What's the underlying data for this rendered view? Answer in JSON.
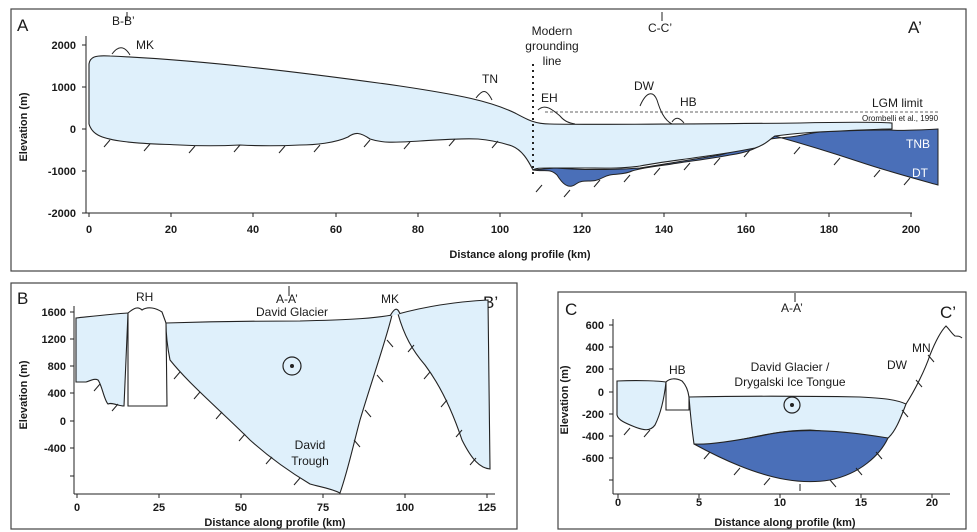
{
  "panel_a": {
    "letter": "A",
    "end_label": "A’",
    "section_marker": "B-B’",
    "section_marker_2": "C-C’",
    "ylabel": "Elevation (m)",
    "xlabel": "Distance along profile (km)",
    "yticks": [
      "2000",
      "1000",
      "0",
      "-1000",
      "-2000"
    ],
    "xticks": [
      "0",
      "20",
      "40",
      "60",
      "80",
      "100",
      "120",
      "140",
      "160",
      "180",
      "200"
    ],
    "labels": {
      "mk": "MK",
      "tn": "TN",
      "eh": "EH",
      "dw": "DW",
      "hb": "HB",
      "modern_1": "Modern",
      "modern_2": "grounding",
      "modern_3": "line",
      "lgm": "LGM limit",
      "orombelli": "Orombelli et al., 1990",
      "tnb": "TNB",
      "dt": "DT"
    }
  },
  "panel_b": {
    "letter": "B",
    "end_label": "B’",
    "section_marker": "A-A’",
    "ylabel": "Elevation (m)",
    "xlabel": "Distance along profile (km)",
    "yticks": [
      "1600",
      "1200",
      "800",
      "400",
      "0",
      "-400"
    ],
    "xticks": [
      "0",
      "25",
      "50",
      "75",
      "100",
      "125"
    ],
    "labels": {
      "rh": "RH",
      "mk": "MK",
      "glacier": "David Glacier",
      "trough_1": "David",
      "trough_2": "Trough"
    }
  },
  "panel_c": {
    "letter": "C",
    "end_label": "C’",
    "section_marker": "A-A’",
    "ylabel": "Elevation (m)",
    "xlabel": "Distance along profile (km)",
    "yticks": [
      "600",
      "400",
      "200",
      "0",
      "-200",
      "-400",
      "-600"
    ],
    "xticks": [
      "0",
      "5",
      "10",
      "15",
      "20"
    ],
    "labels": {
      "hb": "HB",
      "mn": "MN",
      "dw": "DW",
      "glacier_1": "David Glacier /",
      "glacier_2": "Drygalski Ice Tongue"
    }
  },
  "colors": {
    "ice": "#dff0fb",
    "sediment": "#4a6fb8",
    "outline": "#222222",
    "frame": "#444444"
  }
}
